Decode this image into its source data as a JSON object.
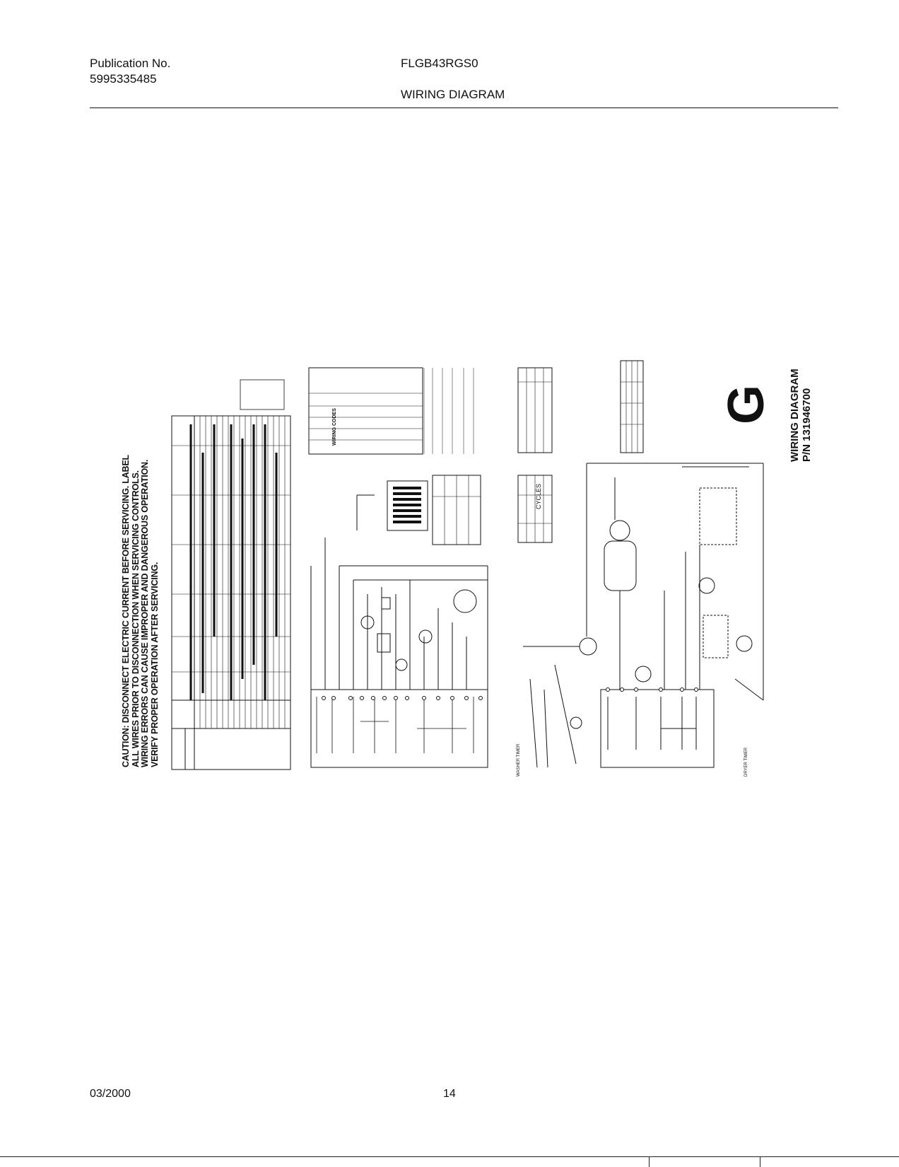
{
  "header": {
    "publication_label": "Publication No.",
    "publication_number": "5995335485",
    "model": "FLGB43RGS0",
    "title": "WIRING DIAGRAM"
  },
  "diagram": {
    "caution_lines": [
      "CAUTION: DISCONNECT ELECTRIC CURRENT BEFORE SERVICING. LABEL",
      "ALL WIRES PRIOR TO DISCONNECTION WHEN SERVICING CONTROLS.",
      "WIRING ERRORS CAN CAUSE IMPROPER AND DANGEROUS OPERATION.",
      "VERIFY PROPER OPERATION AFTER SERVICING."
    ],
    "wiring_codes_title": "WIRING CODES",
    "cycles_label": "CYCLES",
    "washer_timer_label": "WASHER TIMER",
    "dryer_timer_label": "DRYER TIMER",
    "big_letter": "G",
    "diagram_label": "WIRING DIAGRAM",
    "part_number": "P/N 131946700"
  },
  "footer": {
    "date": "03/2000",
    "page": "14"
  }
}
